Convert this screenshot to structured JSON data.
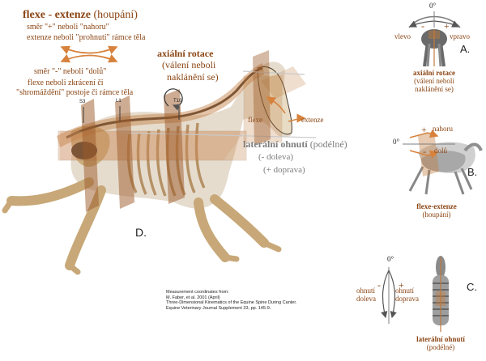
{
  "colors": {
    "brown": "#8B4513",
    "rust": "#9c5a28",
    "orange": "#d7823c",
    "plane": "#c07a3c",
    "bone": "#c8a878",
    "gray": "#7d7d7d"
  },
  "flexion": {
    "title_bold": "flexe - extenze",
    "title_paren": "(houpání)",
    "line1": "směr \"+\" neboli \"nahoru\"",
    "line2": "extenze neboli \"prohnutí\" rámce těla",
    "line3": "směr \"-\" neboli \"dolů\"",
    "line4": "flexe neboli zkrácení či",
    "line5": "\"shromáždění\" postoje či rámce těla"
  },
  "axial": {
    "title": "axiální rotace",
    "line1": "(válení neboli",
    "line2": "naklánění se)"
  },
  "lateral": {
    "title": "laterální ohnutí",
    "paren": "(podélné)",
    "minus": "(- doleva)",
    "plus": "(+ doprava)"
  },
  "vertebrae": [
    "S3",
    "L1",
    "T10"
  ],
  "head_labels": {
    "flexe": "flexe",
    "extenze": "extenze"
  },
  "main_label": "D.",
  "citation": {
    "line1": "Measurement coordinates from:",
    "line2": "M. Faber, et al. 2001 (April)",
    "line3": "Three-Dimensional Kinematics of the Equine Spine During Canter.",
    "line4": "Equine Veterinary Journal Supplement 33, pp. 145-9."
  },
  "panel_a": {
    "degree": "0°",
    "minus": "-",
    "plus": "+",
    "left": "vlevo",
    "right": "vpravo",
    "letter": "A.",
    "caption_title": "axiální rotace",
    "caption_line1": "(válení neboli",
    "caption_line2": "naklánění se)"
  },
  "panel_b": {
    "degree": "0°",
    "plus": "+",
    "minus": "-",
    "up": "nahoru",
    "down": "dolů",
    "letter": "B.",
    "caption_title": "flexe-extenze",
    "caption_line1": "(houpání)"
  },
  "panel_c": {
    "degree": "0°",
    "minus": "-",
    "plus": "+",
    "left_line1": "ohnutí",
    "left_line2": "doleva",
    "right_line1": "ohnutí",
    "right_line2": "doprava",
    "letter": "C.",
    "caption_title": "laterální ohnutí",
    "caption_line1": "(podélné)"
  }
}
